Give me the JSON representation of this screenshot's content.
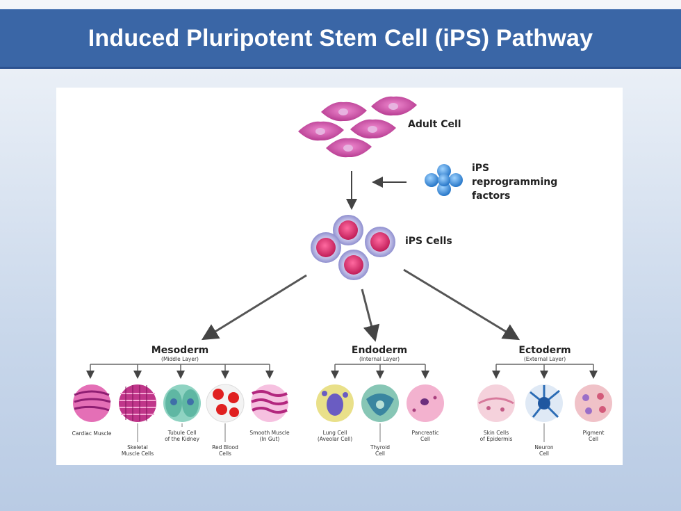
{
  "title": "Induced Pluripotent Stem Cell (iPS) Pathway",
  "diagram": {
    "adult_cell": "Adult Cell",
    "factors_line1": "iPS",
    "factors_line2": "reprogramming",
    "factors_line3": "factors",
    "ips_cells": "iPS Cells",
    "layers": [
      {
        "name": "Mesoderm",
        "sub": "(Middle Layer)"
      },
      {
        "name": "Endoderm",
        "sub": "(Internal Layer)"
      },
      {
        "name": "Ectoderm",
        "sub": "(External Layer)"
      }
    ],
    "cells": [
      {
        "line1": "Cardiac Muscle",
        "line2": ""
      },
      {
        "line1": "Skeletal",
        "line2": "Muscle Cells"
      },
      {
        "line1": "Tubule Cell",
        "line2": "of the Kidney"
      },
      {
        "line1": "Red Blood",
        "line2": "Cells"
      },
      {
        "line1": "Smooth Muscle",
        "line2": "(In Gut)"
      },
      {
        "line1": "Lung Cell",
        "line2": "(Aveolar Cell)"
      },
      {
        "line1": "Thyroid",
        "line2": "Cell"
      },
      {
        "line1": "Pancreatic",
        "line2": "Cell"
      },
      {
        "line1": "Skin Cells",
        "line2": "of Epidermis"
      },
      {
        "line1": "Neuron",
        "line2": "Cell"
      },
      {
        "line1": "Pigment",
        "line2": "Cell"
      }
    ]
  }
}
